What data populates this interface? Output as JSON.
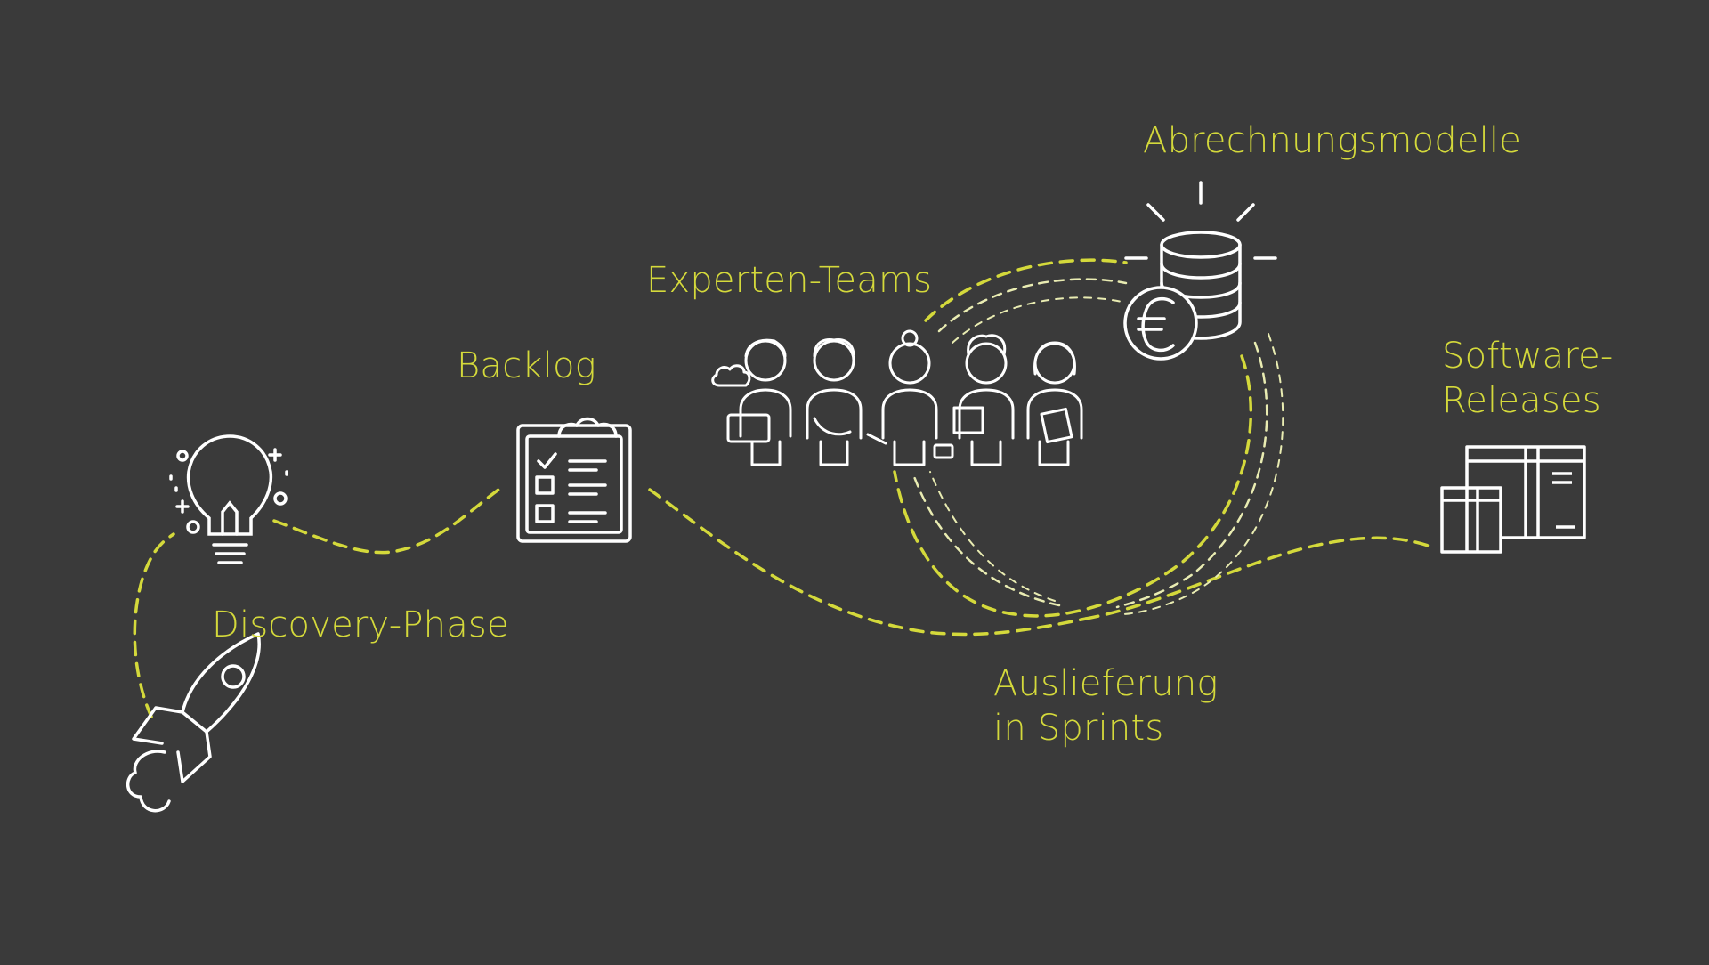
{
  "colors": {
    "background": "#3a3a3a",
    "accent": "#d4d93b",
    "icon": "#ffffff",
    "dash_secondary": "#e9ecb2"
  },
  "steps": [
    {
      "id": "start",
      "icon": "rocket-icon",
      "label_lines": []
    },
    {
      "id": "discovery",
      "icon": "lightbulb-icon",
      "label_lines": [
        "Discovery-Phase"
      ]
    },
    {
      "id": "backlog",
      "icon": "clipboard-checklist-icon",
      "label_lines": [
        "Backlog"
      ]
    },
    {
      "id": "teams",
      "icon": "people-team-icon",
      "label_lines": [
        "Experten-Teams"
      ]
    },
    {
      "id": "billing",
      "icon": "coin-stack-euro-icon",
      "label_lines": [
        "Abrechnungsmodelle"
      ]
    },
    {
      "id": "delivery",
      "icon": "sprint-loop",
      "label_lines": [
        "Auslieferung",
        "in Sprints"
      ]
    },
    {
      "id": "releases",
      "icon": "boxes-icon",
      "label_lines": [
        "Software-",
        "Releases"
      ]
    }
  ]
}
